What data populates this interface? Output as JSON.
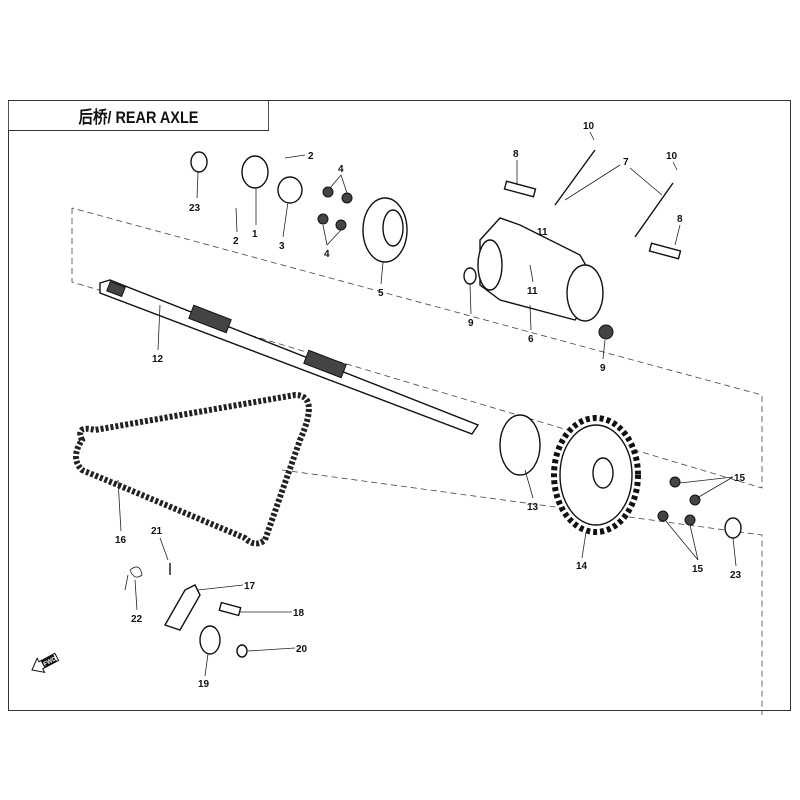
{
  "title": "后桥/ REAR AXLE",
  "fwd_icon_text": "FWD",
  "callouts": [
    "23",
    "2",
    "2",
    "1",
    "3",
    "4",
    "4",
    "5",
    "8",
    "10",
    "7",
    "10",
    "11",
    "8",
    "11",
    "9",
    "6",
    "9",
    "12",
    "15",
    "13",
    "15",
    "23",
    "14",
    "16",
    "21",
    "17",
    "18",
    "22",
    "20",
    "19"
  ]
}
